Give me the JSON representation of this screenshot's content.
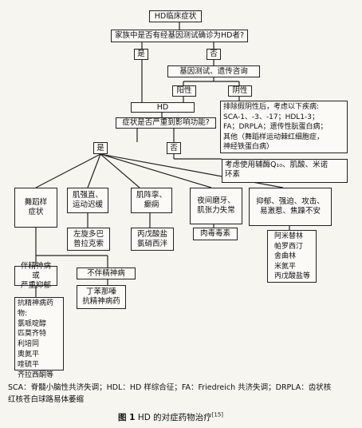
{
  "nodes": {
    "hd_clinical": "HD临床症状",
    "family_question": "家族中是否有经基因测试确诊为HD者?",
    "yes1": "是",
    "no1": "否",
    "genetic_test": "基因测试、遗传咨询",
    "positive": "阳性",
    "negative": "阴性",
    "hd": "HD",
    "negative_detail": "排除假阴性后，考虑以下疾病:\nSCA-1、-3、-17；HDL1-3；\nFA；DRPLA；遗传性朊蛋白病；\n其他（舞蹈样运动棘红细胞症，\n神经铁蛋白病）",
    "function_question": "症状是否严重到影响功能?",
    "yes2": "是",
    "no2": "否",
    "consider": "考虑使用辅酶Q₁₀、肌酸、米诺\n环素",
    "chorea": "舞蹈样\n症状",
    "rigidity": "肌强直、\n运动迟缓",
    "levodopa": "左旋多巴\n普拉克索",
    "spasm": "肌阵挛、\n癫痫",
    "valproate": "丙戊酸盐\n氯硝西泮",
    "bruxism": "夜间磨牙、\n肌张力失常",
    "botox": "肉毒毒素",
    "depression": "抑郁、强迫、攻击、\n易激惹、焦躁不安",
    "antidep": "阿米替林\n帕罗西汀\n舍曲林\n米氮平\n丙戊酸盐等",
    "psychotic": "伴精神病或\n严重抑郁",
    "no_psychotic": "不伴精神病",
    "tetrabenazine": "丁苯那嗪\n抗精神病药",
    "antipsychotic": "抗精神病药物:\n氯哌啶醇\n匹莫齐特\n利培同\n奥氮平\n喹硫平\n齐拉西酮等"
  },
  "footnote": "SCA：脊髓小脑性共济失调；HDL：HD 样综合征；FA：Friedreich 共济失调；DRPLA：齿状核\n红核苍白球路易体萎缩",
  "caption_label": "图 1",
  "caption_text": "HD 的对症药物治疗",
  "caption_ref": "[15]"
}
